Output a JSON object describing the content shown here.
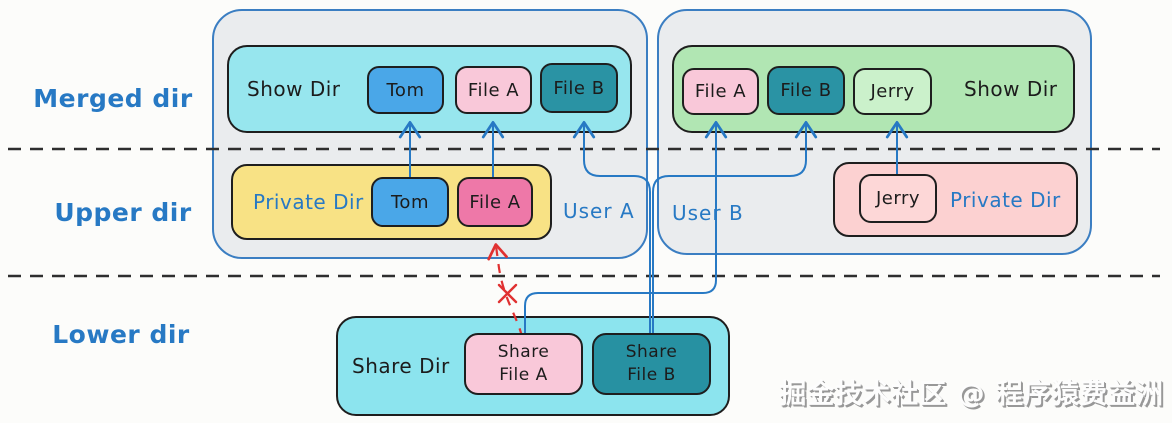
{
  "layer_labels": {
    "merged": "Merged dir",
    "upper": "Upper dir",
    "lower": "Lower dir"
  },
  "user_a": {
    "label": "User A",
    "show_dir": {
      "label": "Show Dir",
      "items": {
        "tom": "Tom",
        "file_a": "File A",
        "file_b": "File B"
      }
    },
    "private_dir": {
      "label": "Private Dir",
      "items": {
        "tom": "Tom",
        "file_a": "File A"
      }
    }
  },
  "user_b": {
    "label": "User B",
    "show_dir": {
      "label": "Show Dir",
      "items": {
        "file_a": "File A",
        "file_b": "File B",
        "jerry": "Jerry"
      }
    },
    "private_dir": {
      "label": "Private Dir",
      "items": {
        "jerry": "Jerry"
      }
    }
  },
  "share_dir": {
    "label": "Share Dir",
    "items": {
      "file_a": {
        "line1": "Share",
        "line2": "File A"
      },
      "file_b": {
        "line1": "Share",
        "line2": "File B"
      }
    }
  },
  "annotations": {
    "blocked_mark": "x"
  },
  "watermark": "掘金技术社区 @ 程序猿费益洲",
  "colors": {
    "accent_blue": "#2779c4",
    "container_gray": "#eaecee",
    "container_border_blue": "#3b7ec2",
    "box_border": "#1e1e1e",
    "cyan": "#97e6ee",
    "share_cyan": "#8ce4ee",
    "yellow": "#f8e285",
    "green": "#b1e6b3",
    "jerry_green": "#cbf1cb",
    "pink_light": "#f9c8d9",
    "pink_container": "#fcd1d1",
    "jerry_pink": "#fdd7d7",
    "rose": "#ee78a8",
    "teal": "#2a93a4",
    "item_blue": "#4aa7e8",
    "dash_black": "#2e2e2e",
    "red": "#e03131"
  }
}
